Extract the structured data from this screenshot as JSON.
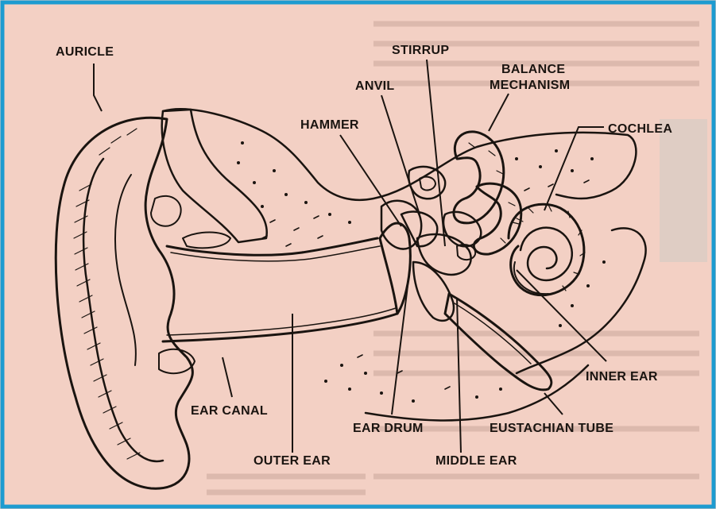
{
  "labels": {
    "auricle": "AURICLE",
    "stirrup": "STIRRUP",
    "anvil": "ANVIL",
    "balance_line1": "BALANCE",
    "balance_line2": "MECHANISM",
    "hammer": "HAMMER",
    "cochlea": "COCHLEA",
    "inner_ear": "INNER EAR",
    "ear_canal": "EAR CANAL",
    "ear_drum": "EAR DRUM",
    "eustachian_tube": "EUSTACHIAN TUBE",
    "outer_ear": "OUTER EAR",
    "middle_ear": "MIDDLE EAR"
  },
  "colors": {
    "background": "#f3d0c4",
    "frame_border": "#1d9bd0",
    "ink": "#1a1410"
  }
}
